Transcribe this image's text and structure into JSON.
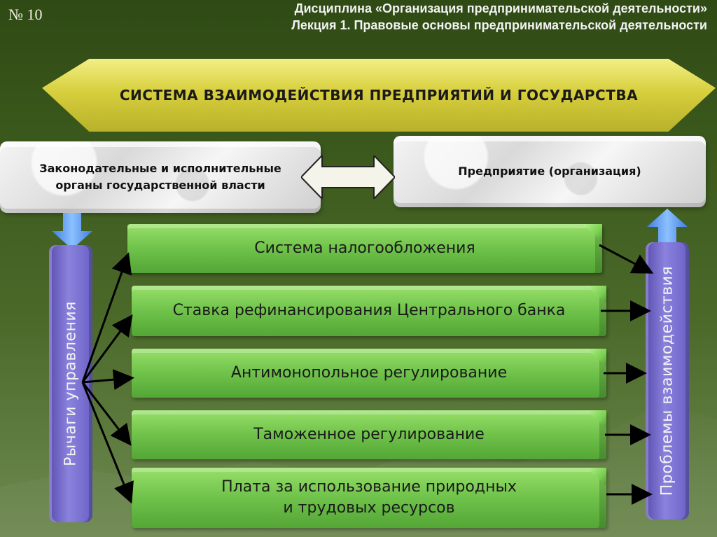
{
  "slide_number": "№ 10",
  "header": {
    "line1": "Дисциплина «Организация предпринимательской деятельности»",
    "line2": "Лекция 1. Правовые основы предпринимательской деятельности"
  },
  "banner_title": "СИСТЕМА ВЗАИМОДЕЙСТВИЯ ПРЕДПРИЯТИЙ И ГОСУДАРСТВА",
  "left_block": {
    "line1": "Законодательные и исполнительные",
    "line2": "органы государственной власти"
  },
  "right_block": "Предприятие (организация)",
  "left_bar_label": "Рычаги управления",
  "right_bar_label": "Проблемы взаимодействия",
  "items": [
    {
      "text1": "Система налогообложения",
      "text2": ""
    },
    {
      "text1": "Ставка рефинансирования Центрального банка",
      "text2": ""
    },
    {
      "text1": "Антимонопольное регулирование",
      "text2": ""
    },
    {
      "text1": "Таможенное регулирование",
      "text2": ""
    },
    {
      "text1": "Плата за использование природных",
      "text2": "и трудовых ресурсов"
    }
  ],
  "colors": {
    "banner": "#d7cf3d",
    "green_box": "#6fc24a",
    "purple_bar": "#7a70d0",
    "blue_arrow": "#6ea6ff"
  }
}
